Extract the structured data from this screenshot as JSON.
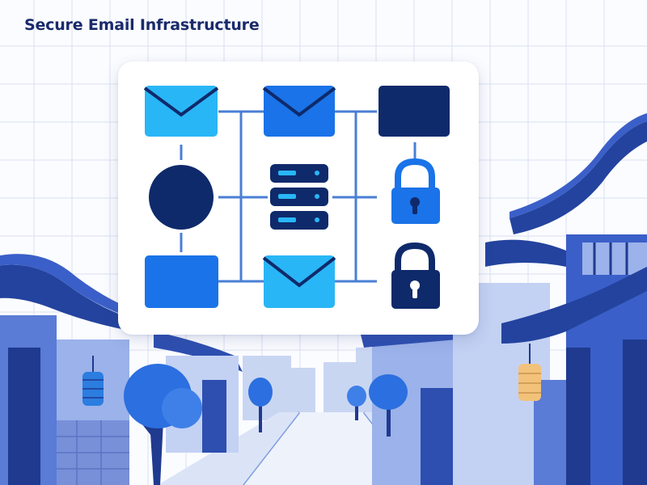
{
  "title": "Secure Email Infrastructure",
  "colors": {
    "navy": "#0f2a6b",
    "blue": "#1a73e8",
    "sky": "#29b6f6",
    "connector": "#4a7fd4",
    "street_light": "#b8c8ee",
    "street_mid": "#7f9de0",
    "street_dark": "#2e4fb0",
    "lantern": "#f2c27a"
  },
  "diagram": {
    "nodes": [
      {
        "name": "envelope-node-light",
        "icon": "envelope-icon"
      },
      {
        "name": "envelope-node-blue",
        "icon": "envelope-icon"
      },
      {
        "name": "blank-node-navy",
        "icon": "square"
      },
      {
        "name": "circle-node-navy",
        "icon": "circle"
      },
      {
        "name": "server-node",
        "icon": "server-stack-icon"
      },
      {
        "name": "lock-node-blue",
        "icon": "padlock-icon"
      },
      {
        "name": "blank-node-blue",
        "icon": "square"
      },
      {
        "name": "envelope-node-bottom",
        "icon": "envelope-icon"
      },
      {
        "name": "lock-node-navy",
        "icon": "padlock-icon"
      }
    ]
  },
  "scene": {
    "background": "korean-village-street-illustration",
    "items": [
      "hanok-roof-left",
      "hanok-roof-right",
      "lantern-left",
      "lantern-right",
      "tree",
      "stone-wall",
      "road"
    ]
  }
}
